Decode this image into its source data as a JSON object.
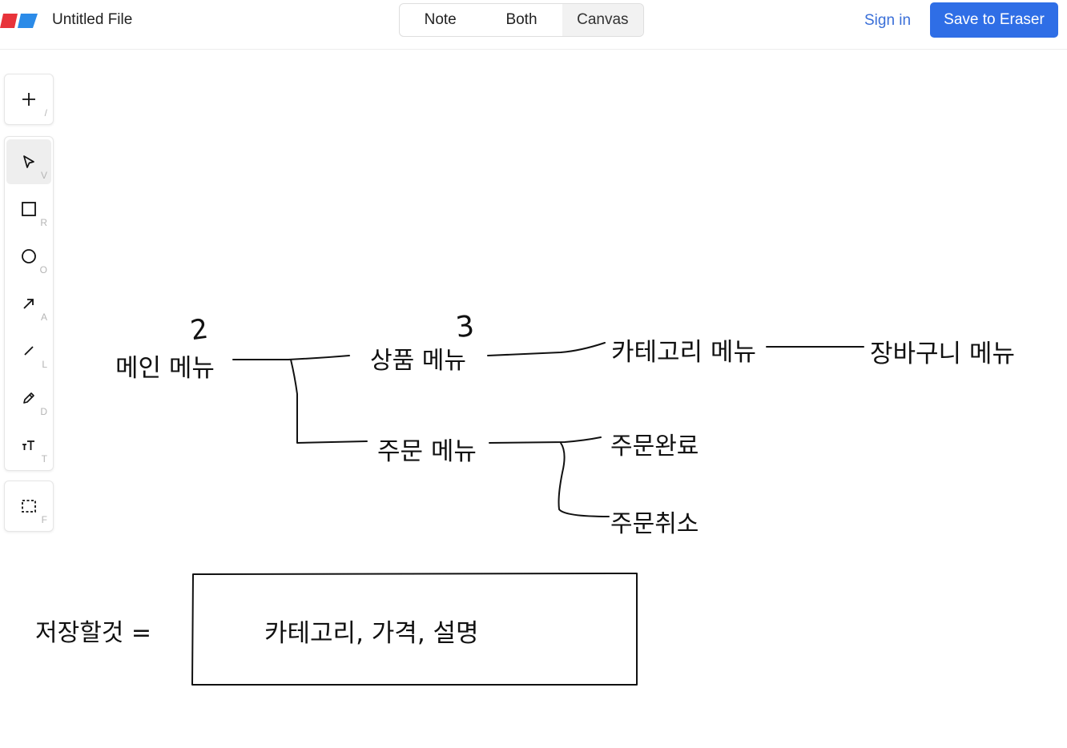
{
  "header": {
    "file_title": "Untitled File",
    "view_modes": [
      "Note",
      "Both",
      "Canvas"
    ],
    "active_view": "Canvas",
    "sign_in_label": "Sign in",
    "save_label": "Save to Eraser",
    "accent_color": "#2f6ee6",
    "logo_colors": [
      "#e8333a",
      "#2b8be8"
    ]
  },
  "toolbar": {
    "insert": {
      "icon": "plus-icon",
      "shortcut": "/"
    },
    "tools": [
      {
        "name": "select",
        "icon": "cursor-icon",
        "shortcut": "V",
        "active": true
      },
      {
        "name": "rectangle",
        "icon": "square-icon",
        "shortcut": "R"
      },
      {
        "name": "ellipse",
        "icon": "circle-icon",
        "shortcut": "O"
      },
      {
        "name": "arrow",
        "icon": "arrow-icon",
        "shortcut": "A"
      },
      {
        "name": "line",
        "icon": "line-icon",
        "shortcut": "L"
      },
      {
        "name": "draw",
        "icon": "pencil-icon",
        "shortcut": "D"
      },
      {
        "name": "text",
        "icon": "text-icon",
        "shortcut": "T"
      }
    ],
    "frame": {
      "icon": "frame-icon",
      "shortcut": "F"
    }
  },
  "canvas": {
    "main_menu": "메인 메뉴",
    "product_menu": "상품 메뉴",
    "order_menu": "주문 메뉴",
    "category_menu": "카테고리 메뉴",
    "cart_menu": "장바구니 메뉴",
    "order_complete": "주문완료",
    "order_cancel": "주문취소",
    "annotation_2": "2",
    "annotation_3": "3",
    "save_label": "저장할것 =",
    "save_box_text": "카테고리, 가격, 설명"
  }
}
